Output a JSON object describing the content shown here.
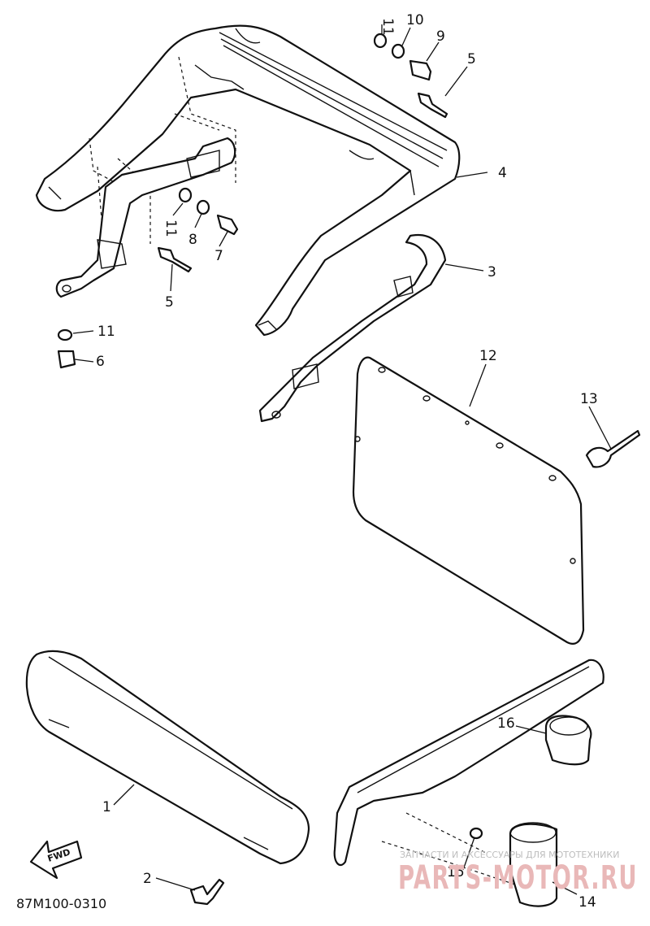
{
  "diagram": {
    "code": "87M100-0310",
    "fwd_label": "FWD",
    "callouts": [
      {
        "id": "c11a",
        "text": "11"
      },
      {
        "id": "c10",
        "text": "10"
      },
      {
        "id": "c9",
        "text": "9"
      },
      {
        "id": "c5a",
        "text": "5"
      },
      {
        "id": "c4",
        "text": "4"
      },
      {
        "id": "c3",
        "text": "3"
      },
      {
        "id": "c11b",
        "text": "11"
      },
      {
        "id": "c8",
        "text": "8"
      },
      {
        "id": "c7",
        "text": "7"
      },
      {
        "id": "c5b",
        "text": "5"
      },
      {
        "id": "c11c",
        "text": "11"
      },
      {
        "id": "c6",
        "text": "6"
      },
      {
        "id": "c12",
        "text": "12"
      },
      {
        "id": "c13",
        "text": "13"
      },
      {
        "id": "c16",
        "text": "16"
      },
      {
        "id": "c1",
        "text": "1"
      },
      {
        "id": "c2",
        "text": "2"
      },
      {
        "id": "c15",
        "text": "15"
      },
      {
        "id": "c14",
        "text": "14"
      }
    ]
  },
  "watermark": {
    "caption": "ЗАПЧАСТИ И АКСЕССУАРЫ ДЛЯ МОТОТЕХНИКИ",
    "brand": "PARTS-MOTOR.RU"
  }
}
